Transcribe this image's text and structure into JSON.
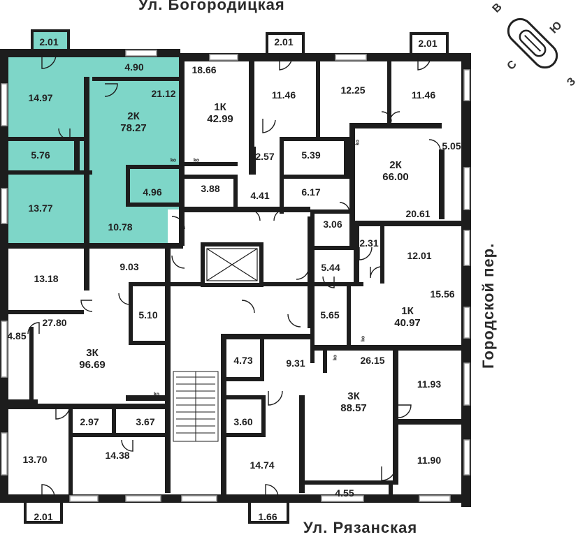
{
  "streets": {
    "top": "Ул. Богородицкая",
    "bottom": "Ул. Рязанская",
    "right": "Городской пер."
  },
  "compass": {
    "north": "С",
    "south": "Ю",
    "east": "В",
    "west": "З"
  },
  "colors": {
    "highlight": "#7ed6c8",
    "wall": "#1d1d1d"
  },
  "apartments": [
    {
      "type": "2К",
      "area": "78.27",
      "highlighted": true
    },
    {
      "type": "1К",
      "area": "42.99",
      "highlighted": false
    },
    {
      "type": "2К",
      "area": "66.00",
      "highlighted": false
    },
    {
      "type": "1К",
      "area": "40.97",
      "highlighted": false
    },
    {
      "type": "3К",
      "area": "96.69",
      "highlighted": false
    },
    {
      "type": "3К",
      "area": "88.57",
      "highlighted": false
    }
  ],
  "room_areas": [
    "2.01",
    "4.90",
    "14.97",
    "21.12",
    "5.76",
    "4.96",
    "13.77",
    "10.78",
    "2.01",
    "18.66",
    "11.46",
    "2.57",
    "3.88",
    "4.41",
    "2.01",
    "12.25",
    "11.46",
    "5.39",
    "6.17",
    "5.05",
    "20.61",
    "3.06",
    "2.31",
    "12.01",
    "5.44",
    "15.56",
    "5.65",
    "13.18",
    "9.03",
    "5.10",
    "27.80",
    "4.85",
    "2.97",
    "3.67",
    "13.70",
    "14.38",
    "2.01",
    "4.73",
    "9.31",
    "26.15",
    "11.93",
    "3.60",
    "14.74",
    "11.90",
    "4.55",
    "1.66"
  ],
  "shaft_marks": [
    "ko",
    "ko",
    "ko",
    "ko",
    "ko",
    "ko"
  ]
}
